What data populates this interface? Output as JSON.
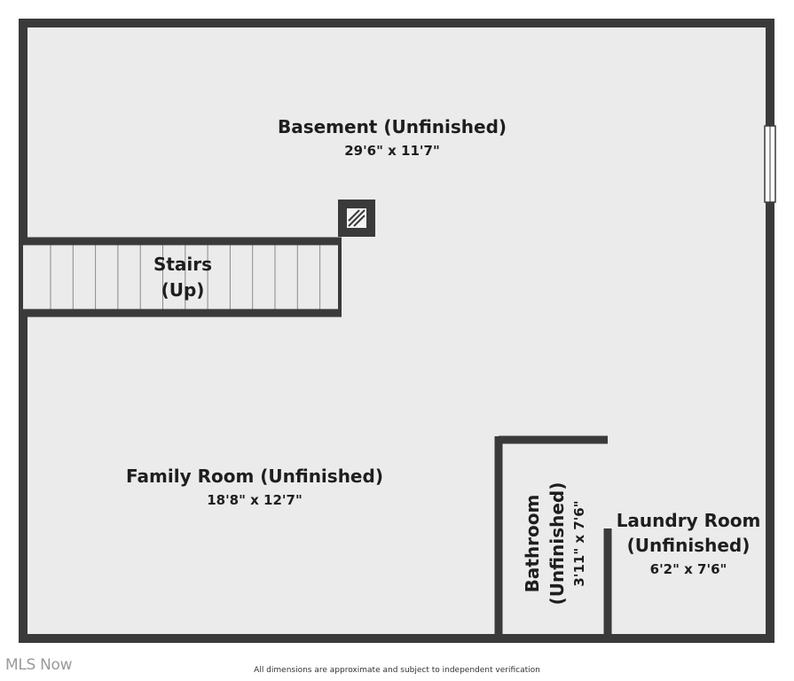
{
  "rooms": {
    "basement": {
      "name": "Basement (Unfinished)",
      "dims": "29'6\" x 11'7\""
    },
    "stairs": {
      "line1": "Stairs",
      "line2": "(Up)"
    },
    "family_room": {
      "name": "Family Room (Unfinished)",
      "dims": "18'8\" x 12'7\""
    },
    "bathroom": {
      "line1": "Bathroom",
      "line2": "(Unfinished)",
      "dims": "3'11\" x 7'6\""
    },
    "laundry_room": {
      "line1": "Laundry Room",
      "line2": "(Unfinished)",
      "dims": "6'2\" x 7'6\""
    }
  },
  "footer": {
    "watermark": "MLS Now",
    "disclaimer": "All dimensions are approximate and subject to independent verification"
  },
  "colors": {
    "floor": "#ebebeb",
    "wall": "#3a3a3a",
    "text": "#1e1e1e"
  }
}
